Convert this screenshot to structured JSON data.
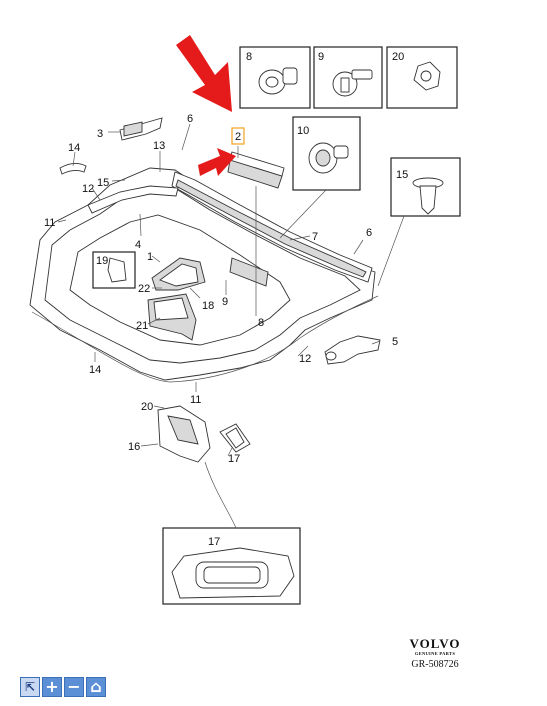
{
  "callouts": {
    "c1": "1",
    "c2": "2",
    "c3": "3",
    "c4": "4",
    "c5": "5",
    "c6a": "6",
    "c6b": "6",
    "c7": "7",
    "c8a": "8",
    "c8b": "8",
    "c9a": "9",
    "c9b": "9",
    "c10": "10",
    "c11a": "11",
    "c11b": "11",
    "c12a": "12",
    "c12b": "12",
    "c13": "13",
    "c14a": "14",
    "c14b": "14",
    "c15a": "15",
    "c15b": "15",
    "c16": "16",
    "c17a": "17",
    "c17b": "17",
    "c18": "18",
    "c19": "19",
    "c20a": "20",
    "c20b": "20",
    "c21": "21",
    "c22": "22"
  },
  "brand": {
    "logo": "VOLVO",
    "sub": "GENUINE PARTS",
    "code": "GR-508726"
  },
  "toolbar": {
    "pointer": "⇱",
    "zoom_in": "+",
    "zoom_out": "−",
    "home": "⌂"
  },
  "colors": {
    "highlight_arrow": "#e51b1b",
    "highlight_box": "#f0a020",
    "toolbar_button": "#5b8fd6"
  }
}
